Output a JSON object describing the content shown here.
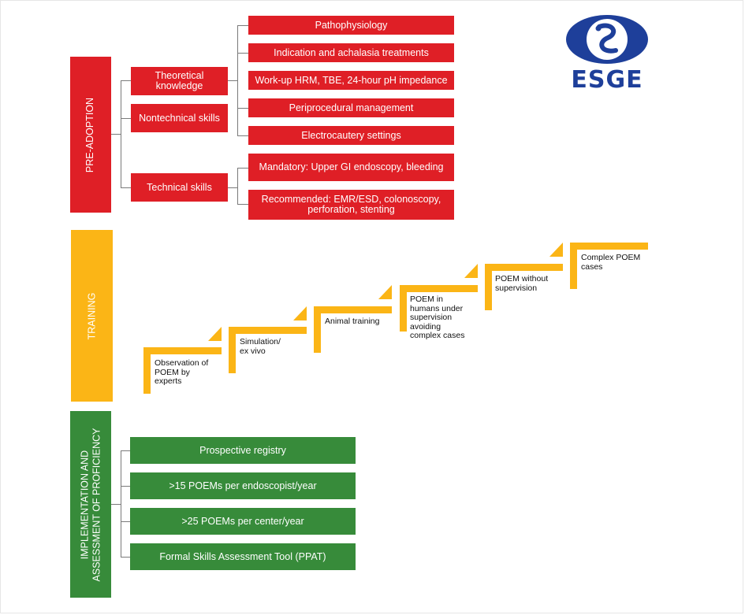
{
  "logo": {
    "text": "ESGE",
    "color": "#1e3f9a"
  },
  "colors": {
    "pre_adoption": "#df1f26",
    "training": "#fbb516",
    "implementation": "#378b3a"
  },
  "phases": {
    "pre_adoption": "PRE-ADOPTION",
    "training": "TRAINING",
    "implementation": "IMPLEMENTATION AND\nASSESSMENT OF PROFICIENCY"
  },
  "pre_adoption": {
    "categories": [
      "Theoretical knowledge",
      "Nontechnical skills",
      "Technical skills"
    ],
    "theoretical_items": [
      "Pathophysiology",
      "Indication and achalasia treatments",
      "Work-up HRM, TBE, 24-hour pH impedance",
      "Periprocedural management",
      "Electrocautery settings"
    ],
    "technical_items": [
      "Mandatory: Upper GI endoscopy, bleeding",
      "Recommended: EMR/ESD, colonoscopy, perforation, stenting"
    ]
  },
  "training_steps": [
    "Observation of\nPOEM by\nexperts",
    "Simulation/\nex vivo",
    "Animal training",
    "POEM in\nhumans under\nsupervision\navoiding\ncomplex cases",
    "POEM without\nsupervision",
    "Complex POEM\ncases"
  ],
  "implementation_items": [
    "Prospective registry",
    ">15 POEMs per endoscopist/year",
    ">25 POEMs per center/year",
    "Formal Skills Assessment Tool (PPAT)"
  ]
}
